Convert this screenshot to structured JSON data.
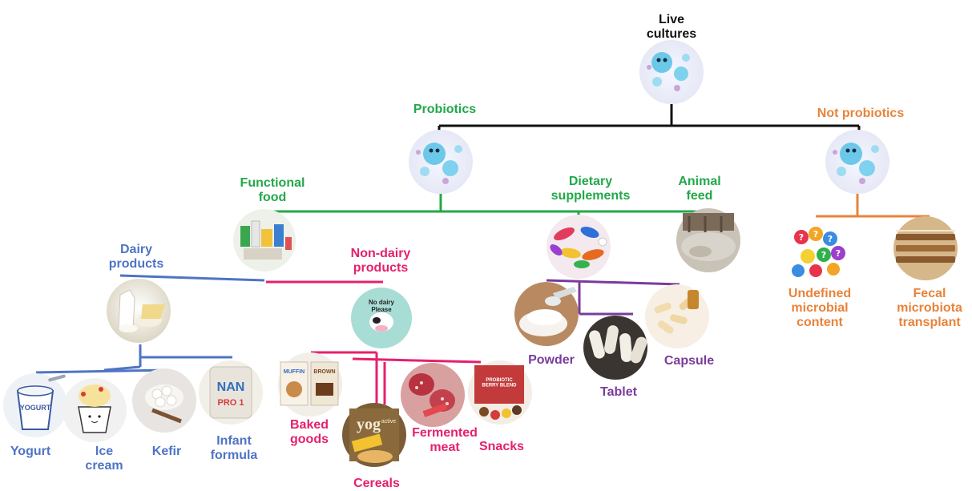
{
  "labels": {
    "root": "Live\ncultures",
    "probiotics": "Probiotics",
    "not_probiotics": "Not probiotics",
    "functional_food": "Functional\nfood",
    "dietary_supplements": "Dietary\nsupplements",
    "animal_feed": "Animal\nfeed",
    "dairy": "Dairy\nproducts",
    "non_dairy": "Non-dairy\nproducts",
    "yogurt": "Yogurt",
    "ice_cream": "Ice\ncream",
    "kefir": "Kefir",
    "infant_formula": "Infant\nformula",
    "baked_goods": "Baked\ngoods",
    "cereals": "Cereals",
    "fermented_meat": "Fermented\nmeat",
    "snacks": "Snacks",
    "powder": "Powder",
    "tablet": "Tablet",
    "capsule": "Capsule",
    "undefined_microbial": "Undefined\nmicrobial\ncontent",
    "fecal_transplant": "Fecal\nmicrobiota\ntransplant"
  },
  "image_text": {
    "yogurt_cup": "YOGURT",
    "no_dairy_sign": "No dairy\nPlease",
    "formula_brand": "NAN",
    "formula_sub": "PRO 1",
    "cereal_brand": "yog",
    "cereal_sub": "active",
    "snack_box": "PROBIOTIC\nBERRY BLEND",
    "muffin_box": "MUFFIN",
    "brownie_box": "BROWN"
  },
  "colors": {
    "black": "#111111",
    "green": "#22a84a",
    "orange": "#e8833a",
    "blue": "#4f74c4",
    "pink": "#e5206e",
    "purple": "#7a3b9c"
  }
}
